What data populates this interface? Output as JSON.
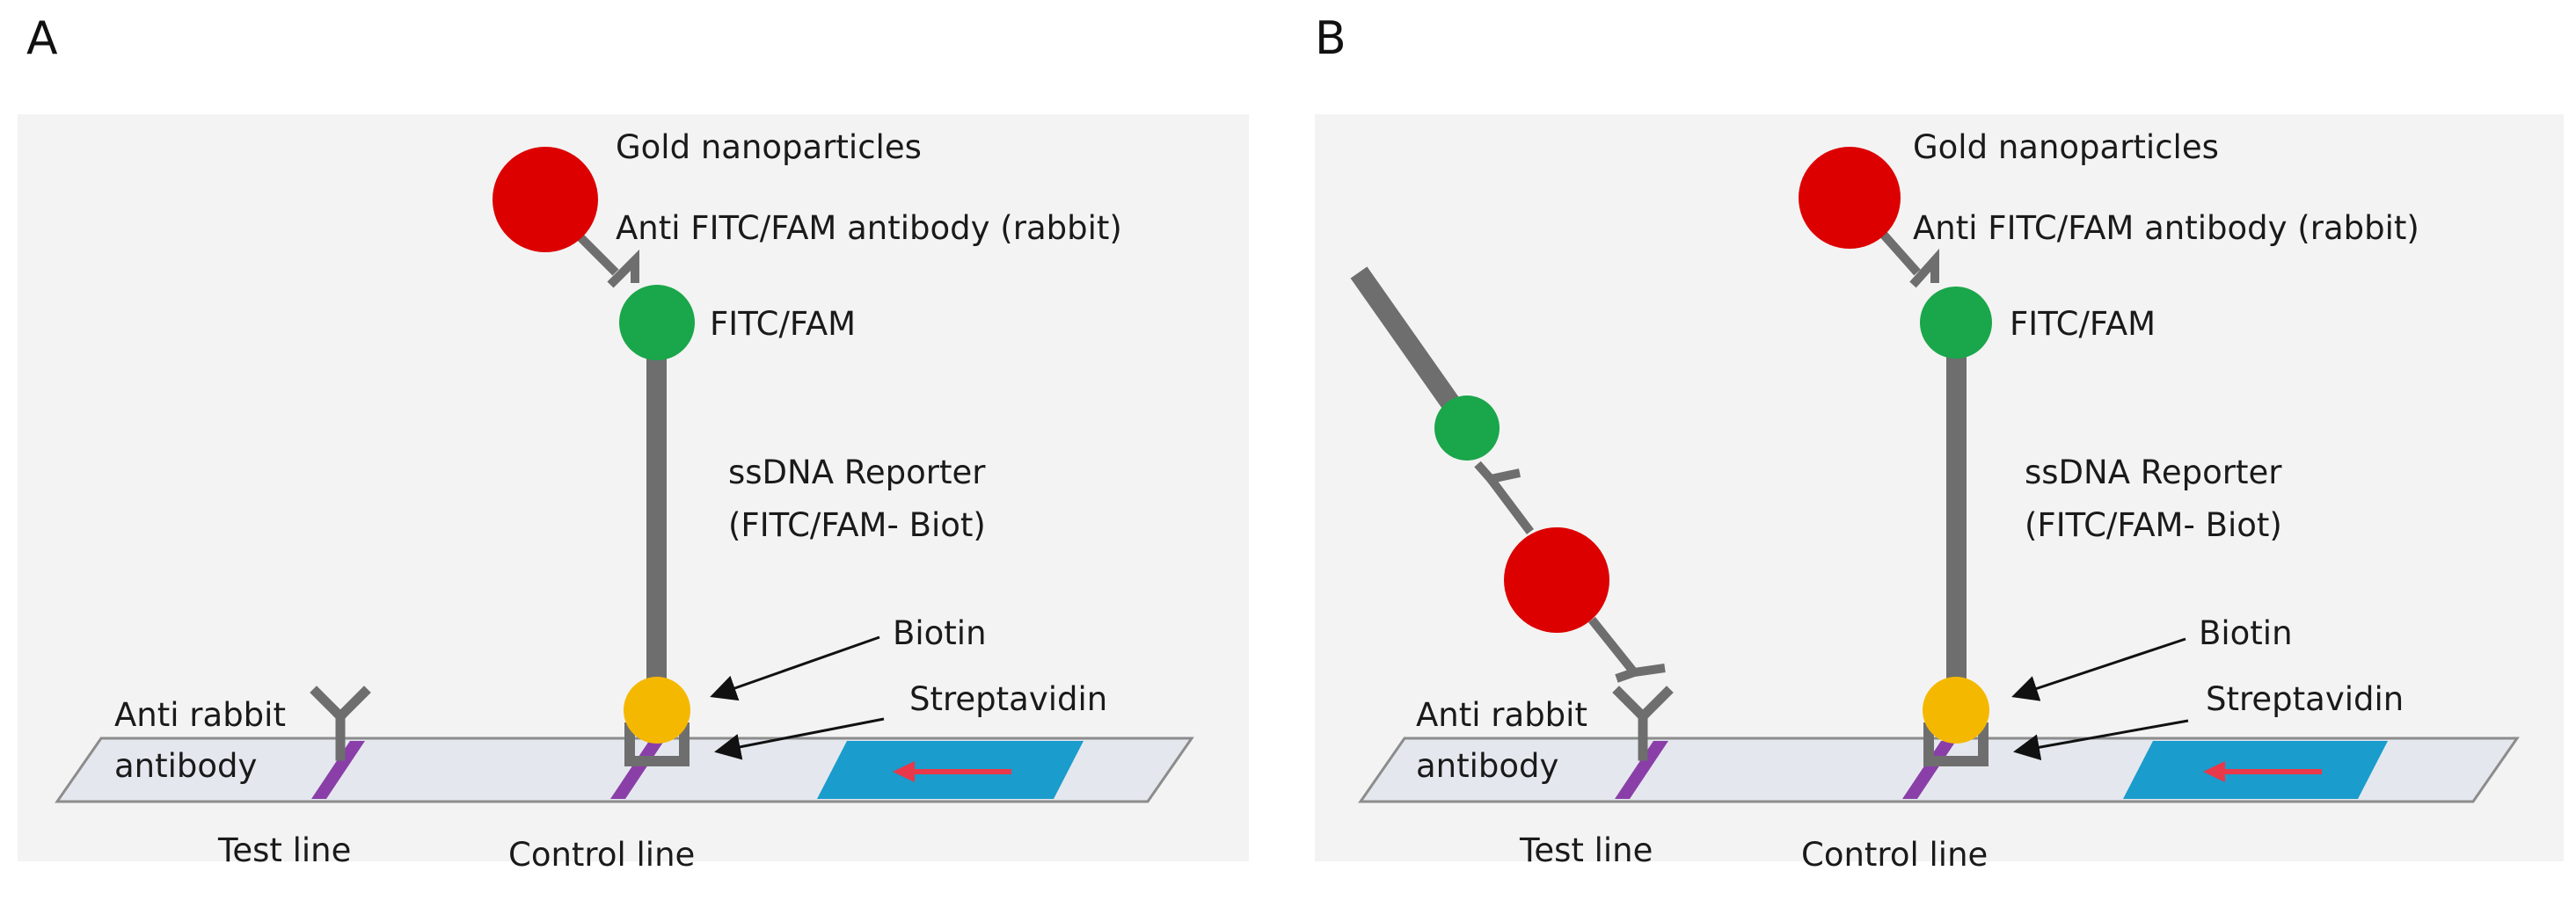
{
  "panels": [
    {
      "letter": "A",
      "labels": {
        "gold": "Gold nanoparticles",
        "antibody": "Anti FITC/FAM antibody (rabbit)",
        "fitc": "FITC/FAM",
        "reporter1": "ssDNA Reporter",
        "reporter2": "(FITC/FAM- Biot)",
        "biotin": "Biotin",
        "streptavidin": "Streptavidin",
        "anti_rabbit1": "Anti rabbit",
        "anti_rabbit2": "antibody",
        "test_line": "Test line",
        "control_line": "Control  line"
      }
    },
    {
      "letter": "B",
      "labels": {
        "gold": "Gold nanoparticles",
        "antibody": "Anti FITC/FAM antibody (rabbit)",
        "fitc": "FITC/FAM",
        "reporter1": "ssDNA Reporter",
        "reporter2": "(FITC/FAM- Biot)",
        "biotin": "Biotin",
        "streptavidin": "Streptavidin",
        "anti_rabbit1": "Anti rabbit",
        "anti_rabbit2": "antibody",
        "test_line": "Test line",
        "control_line": "Control  line"
      }
    }
  ],
  "colors": {
    "gold_nanoparticle": "#dd0000",
    "fitc": "#1aa64a",
    "biotin": "#f5b800",
    "strip": "#e4e8ee",
    "sample_pad": "#1a9ccc",
    "flow_arrow": "#e8384a",
    "line": "#8a3fa8",
    "stem": "#6e6e6e"
  }
}
